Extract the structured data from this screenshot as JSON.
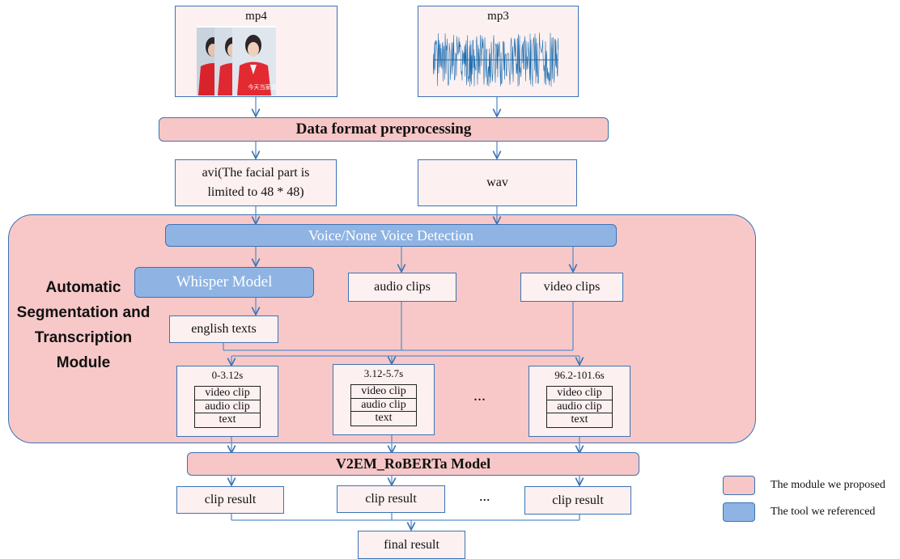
{
  "inputs": {
    "mp4": "mp4",
    "mp3": "mp3",
    "video_caption": "今天当家说"
  },
  "preprocess_label": "Data format preprocessing",
  "avi_label_line1": "avi(The facial part is",
  "avi_label_line2": "limited to 48 * 48)",
  "wav_label": "wav",
  "vad_label": "Voice/None Voice Detection",
  "whisper_label": "Whisper Model",
  "audio_clips_label": "audio clips",
  "video_clips_label": "video clips",
  "english_texts_label": "english texts",
  "module_title": [
    "Automatic",
    "Segmentation and",
    "Transcription",
    "Module"
  ],
  "clips": [
    {
      "time": "0-3.12s",
      "rows": [
        "video clip",
        "audio clip",
        "text"
      ]
    },
    {
      "time": "3.12-5.7s",
      "rows": [
        "video clip",
        "audio clip",
        "text"
      ]
    },
    {
      "time": "96.2-101.6s",
      "rows": [
        "video clip",
        "audio clip",
        "text"
      ]
    }
  ],
  "ellipsis": "...",
  "model_label": "V2EM_RoBERTa Model",
  "clip_result_label": "clip result",
  "final_result_label": "final result",
  "legend": {
    "proposed": "The module we proposed",
    "referenced": "The tool we referenced",
    "proposed_color": "#f7c6c6",
    "referenced_color": "#8fb4e3"
  }
}
